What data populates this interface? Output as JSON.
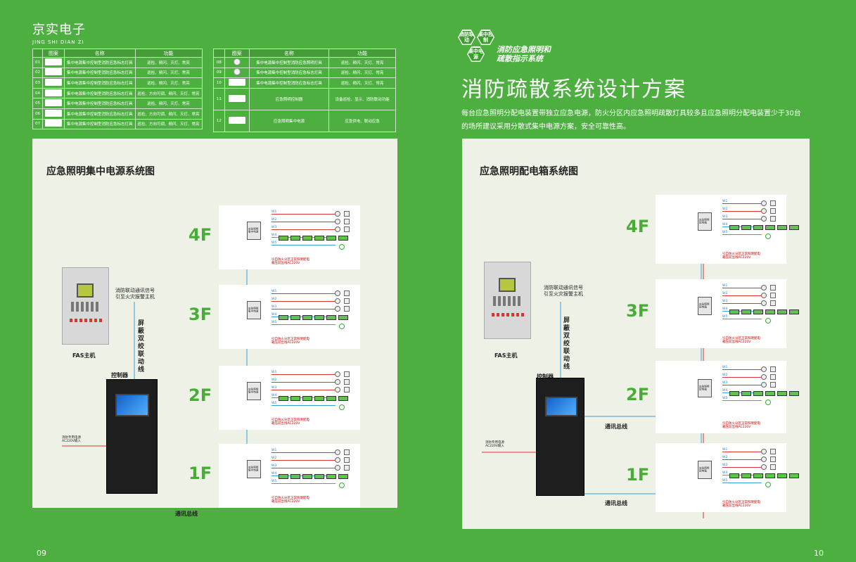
{
  "brand": {
    "name_cn": "京实电子",
    "name_en": "JING SHI DIAN ZI"
  },
  "legend": {
    "headers": [
      "图案",
      "名称",
      "功能"
    ],
    "left_rows": [
      {
        "no": "01",
        "name": "集中电源集中控制型消防应急标志灯具",
        "func": "巡检、频闪、灭灯、常亮"
      },
      {
        "no": "02",
        "name": "集中电源集中控制型消防应急标志灯具",
        "func": "巡检、频闪、灭灯、常亮"
      },
      {
        "no": "03",
        "name": "集中电源集中控制型消防应急标志灯具",
        "func": "巡检、频闪、灭灯、常亮"
      },
      {
        "no": "04",
        "name": "集中电源集中控制型消防应急标志灯具",
        "func": "巡检、方向可调、频闪、灭灯、常亮"
      },
      {
        "no": "05",
        "name": "集中电源集中控制型消防应急标志灯具",
        "func": "巡检、频闪、灭灯、常亮"
      },
      {
        "no": "06",
        "name": "集中电源集中控制型消防应急标志灯具",
        "func": "巡检、方向可调、频闪、灭灯、常亮"
      },
      {
        "no": "07",
        "name": "集中电源集中控制型消防应急标志灯具",
        "func": "巡检、方向可调、频闪、灭灯、常亮"
      }
    ],
    "right_rows": [
      {
        "no": "08",
        "name": "集中电源集中控制型消防应急照明灯具",
        "func": "巡检、频闪、灭灯、常亮"
      },
      {
        "no": "09",
        "name": "集中电源集中控制型消防应急标志灯具",
        "func": "巡检、频闪、灭灯、常亮"
      },
      {
        "no": "10",
        "name": "集中电源集中控制型消防应急标志灯具",
        "func": "巡检、频闪、灭灯、常亮"
      },
      {
        "no": "11",
        "name": "应急照明控制器",
        "func": "设备巡检、显示、消防联动功能"
      },
      {
        "no": "12",
        "name": "应急照明集中电源",
        "func": "应急供电、联动应急"
      }
    ]
  },
  "badges": [
    "消防联动",
    "集中控制",
    "集中电源"
  ],
  "badge_text": [
    "消防应急照明和",
    "疏散指示系统"
  ],
  "main_title": "消防疏散系统设计方案",
  "intro": "每台应急照明分配电装置带独立应急电源，防火分区内应急照明疏散灯具较多且应急照明分配电装置少于30台的场所建议采用分散式集中电源方案，安全可靠性高。",
  "left_panel": {
    "title": "应急照明集中电源系统图",
    "floors": [
      "4F",
      "3F",
      "2F",
      "1F"
    ],
    "fas_label": "FAS主机",
    "signal_text": [
      "消防联动通讯信号",
      "引至火灾报警主机"
    ],
    "cable_text": "屏蔽双绞联动线",
    "controller_label": "控制器",
    "power_text": [
      "消防专用电源",
      "AC220V输入"
    ],
    "bus_label": "通讯总线",
    "device_text": [
      "应急照明",
      "集中电源"
    ],
    "wires": [
      "W1",
      "W2",
      "W3",
      "W4",
      "W5"
    ],
    "source_text": [
      "引自防火分区正常照明配电",
      "箱压前出线AC220V"
    ]
  },
  "right_panel": {
    "title": "应急照明配电箱系统图",
    "floors": [
      "4F",
      "3F",
      "2F",
      "1F"
    ],
    "fas_label": "FAS主机",
    "signal_text": [
      "消防联动通讯信号",
      "引至火灾报警主机"
    ],
    "cable_text": "屏蔽双绞联动线",
    "controller_label": "控制器",
    "power_text": [
      "消防专用电源",
      "AC220V输入"
    ],
    "bus_label": "通讯总线",
    "device_text": [
      "应急照明",
      "配电箱"
    ],
    "wires": [
      "W1",
      "W2",
      "W3",
      "W4",
      "W5"
    ],
    "source_text": [
      "引自防火分区正常照明配电",
      "箱压前出线AC220V"
    ]
  },
  "page_numbers": {
    "left": "09",
    "right": "10"
  },
  "colors": {
    "bg_green": "#4caf3f",
    "panel": "#eef1e6",
    "floor_green": "#48ad35",
    "wire_red": "#d33",
    "wire_blue": "#3aa0d8"
  }
}
